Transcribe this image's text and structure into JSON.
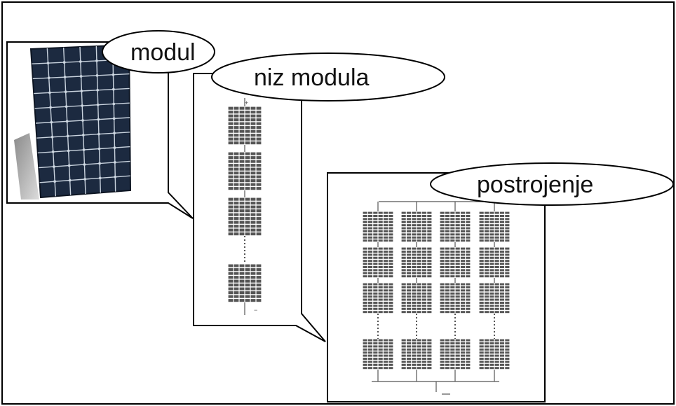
{
  "labels": {
    "module": "modul",
    "string": "niz modula",
    "plant": "postrojenje"
  },
  "string_markers": {
    "top": "+",
    "bottom": "−"
  },
  "colors": {
    "cell": "#1c2a40",
    "cell_grid": "#c9d3de",
    "module_diagram": "#555555",
    "stroke": "#000000",
    "background": "#ffffff"
  }
}
